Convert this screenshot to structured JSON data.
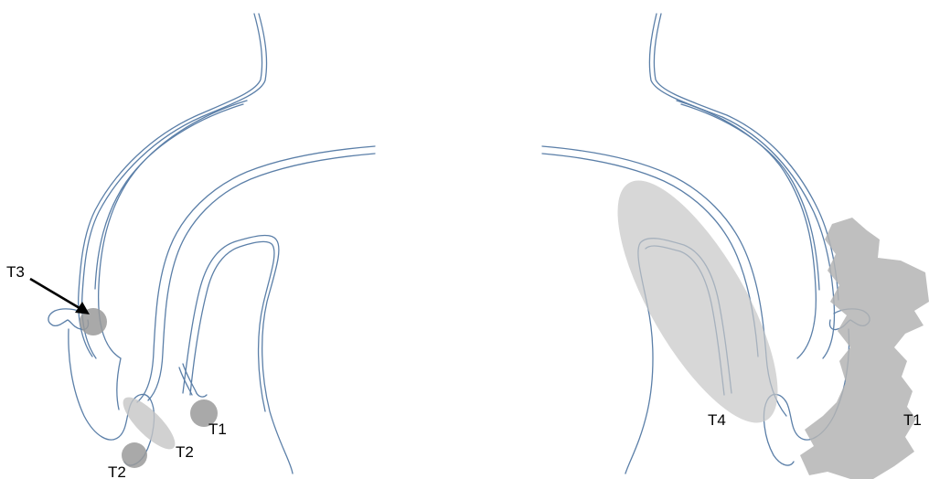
{
  "colors": {
    "outline": "#5b7fa8",
    "lesion_dark": "#9a9a9a",
    "lesion_light": "#c6c6c6",
    "lesion_region": "#b4b4b4",
    "arrow": "#000000",
    "background": "#ffffff"
  },
  "labels": {
    "t3": "T3",
    "t1_left": "T1",
    "t2_mid": "T2",
    "t2_bottom": "T2",
    "t4": "T4",
    "t1_right": "T1"
  }
}
